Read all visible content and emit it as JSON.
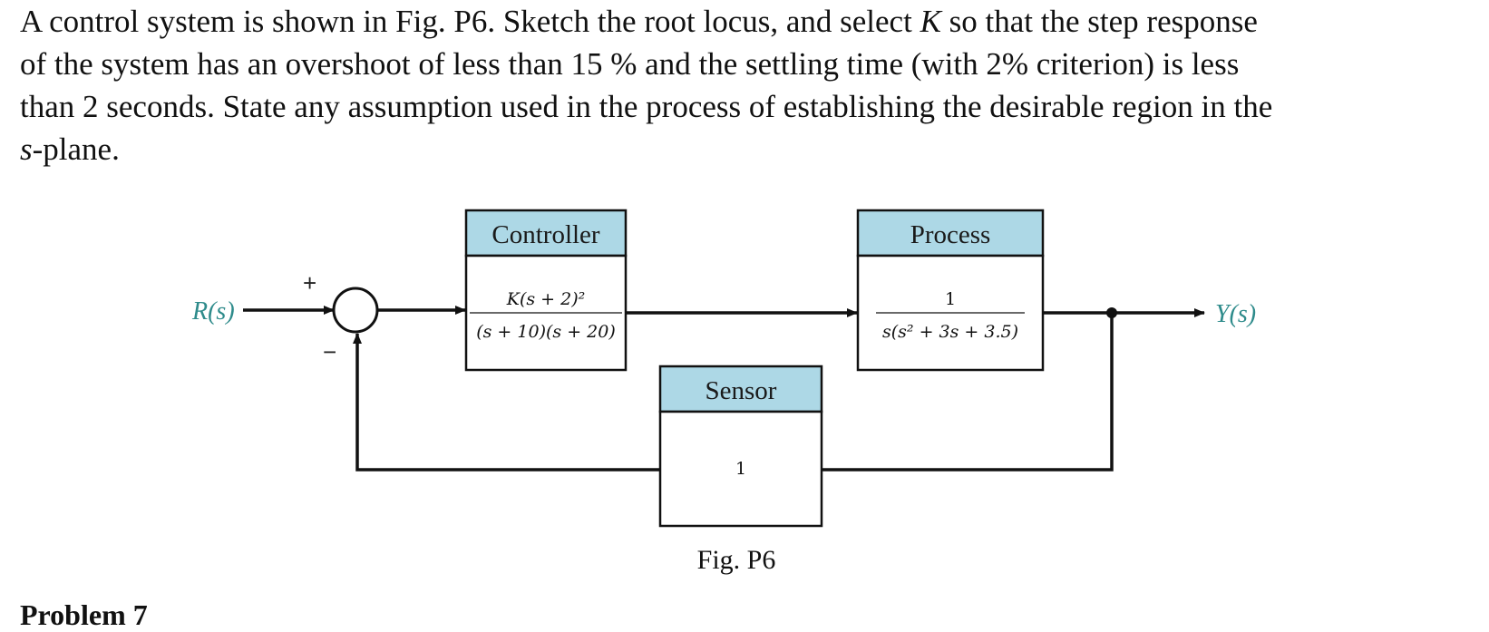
{
  "problem": {
    "line1_a": "A control system is shown in Fig. P6. Sketch the root locus, and select ",
    "line1_k": "K",
    "line1_b": " so that the step response",
    "line2": "of the system has an overshoot of less than 15 % and the settling time (with 2% criterion) is less",
    "line3": "than 2 seconds. State any assumption used in the process of establishing the desirable region in the",
    "line4_s": "s",
    "line4_b": "-plane."
  },
  "diagram": {
    "input_label": "R(s)",
    "output_label": "Y(s)",
    "plus_sign": "+",
    "minus_sign": "−",
    "controller": {
      "title": "Controller",
      "numerator": "K(s + 2)²",
      "denominator": "(s + 10)(s + 20)"
    },
    "process": {
      "title": "Process",
      "numerator": "1",
      "denominator": "s(s² + 3s + 3.5)"
    },
    "sensor": {
      "title": "Sensor",
      "value": "1"
    },
    "caption": "Fig. P6"
  },
  "next_problem_heading": "Problem 7",
  "colors": {
    "header_fill": "#add8e6",
    "signal_label": "#2e8b8b"
  }
}
